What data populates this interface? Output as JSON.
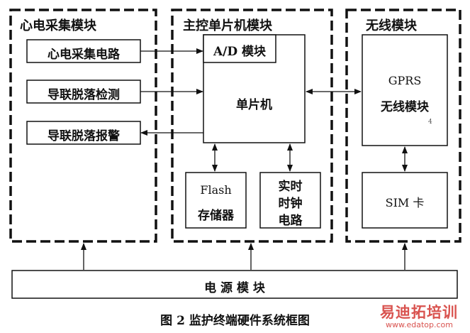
{
  "modules": {
    "ecg_group": "心电采集模块",
    "mcu_group": "主控单片机模块",
    "wireless_group": "无线模块"
  },
  "blocks": {
    "ecg_circuit": "心电采集电路",
    "lead_detect": "导联脱落检测",
    "lead_alarm": "导联脱落报警",
    "ad_module": "A/D 模块",
    "mcu": "单片机",
    "flash_line1": "Flash",
    "flash_line2": "存储器",
    "rtc_line1": "实时",
    "rtc_line2": "时钟",
    "rtc_line3": "电路",
    "gprs_line1": "GPRS",
    "gprs_line2": "无线模块",
    "sim": "SIM 卡",
    "power": "电 源 模 块",
    "stray_mark": "4"
  },
  "caption": "图 2 监护终端硬件系统框图",
  "watermark": {
    "text": "易迪拓培训",
    "url": "www.edatop.com",
    "color": "#d9534f"
  }
}
